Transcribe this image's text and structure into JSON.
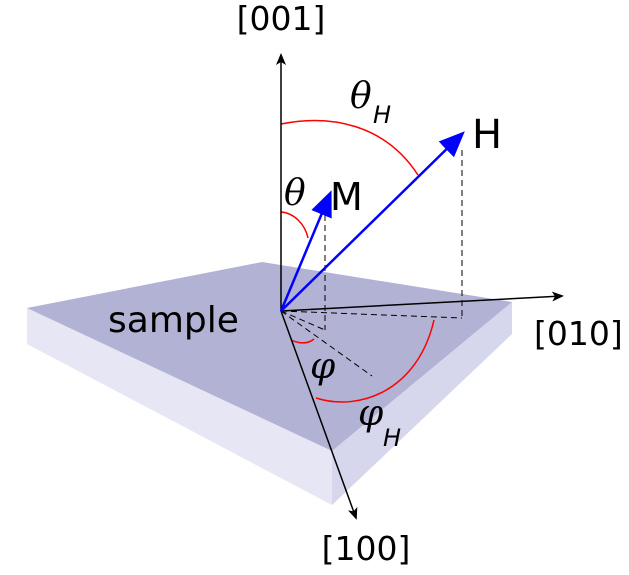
{
  "labels": {
    "axis_001": "[001]",
    "axis_010": "[010]",
    "axis_100": "[100]",
    "vector_H": "H",
    "vector_M": "M",
    "sample": "sample",
    "theta": "θ",
    "theta_H": "θ",
    "theta_H_sub": "H",
    "phi": "φ",
    "phi_H": "φ",
    "phi_H_sub": "H"
  },
  "colors": {
    "vector": "#0000ff",
    "angle_arc": "#ff0000",
    "axis": "#000000",
    "sample_top": "#b3b3d6",
    "sample_front": "#e6e6f4",
    "sample_side": "#d3d3ea"
  }
}
